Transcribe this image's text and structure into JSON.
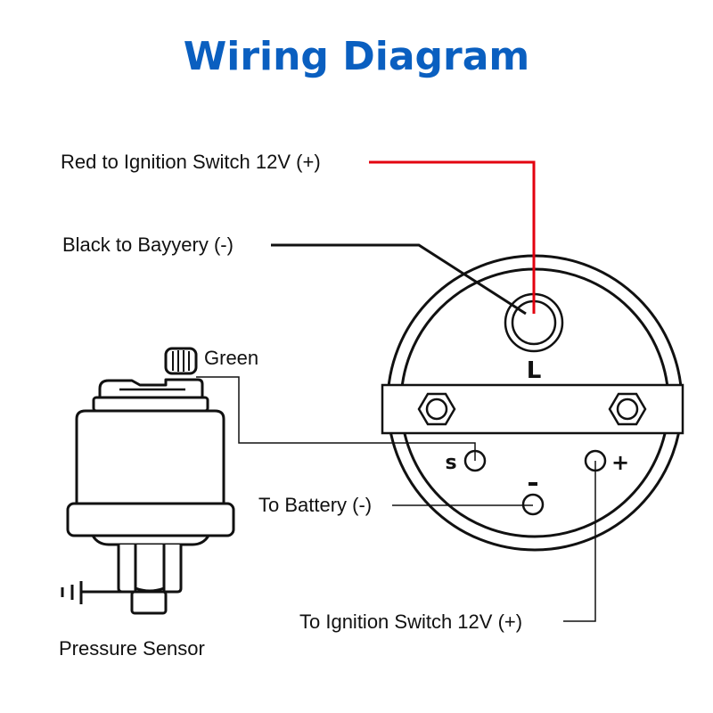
{
  "title": "Wiring Diagram",
  "colors": {
    "title": "#0a5fc0",
    "red_wire": "#e3000f",
    "black_wire": "#111111"
  },
  "labels": {
    "red_wire": "Red to Ignition Switch 12V (+)",
    "black_wire": "Black to Bayyery (-)",
    "green_wire": "Green",
    "to_battery": "To Battery (-)",
    "to_ignition": "To Ignition Switch 12V (+)",
    "sensor_caption": "Pressure Sensor"
  },
  "gauge": {
    "terminals": {
      "lamp": "L",
      "sender": "S",
      "ground": "-",
      "power": "+"
    }
  },
  "icons": {
    "sensor": "pressure-sensor-icon",
    "ground": "ground-symbol-icon",
    "nut": "hex-nut-icon",
    "gauge": "gauge-back-icon"
  }
}
